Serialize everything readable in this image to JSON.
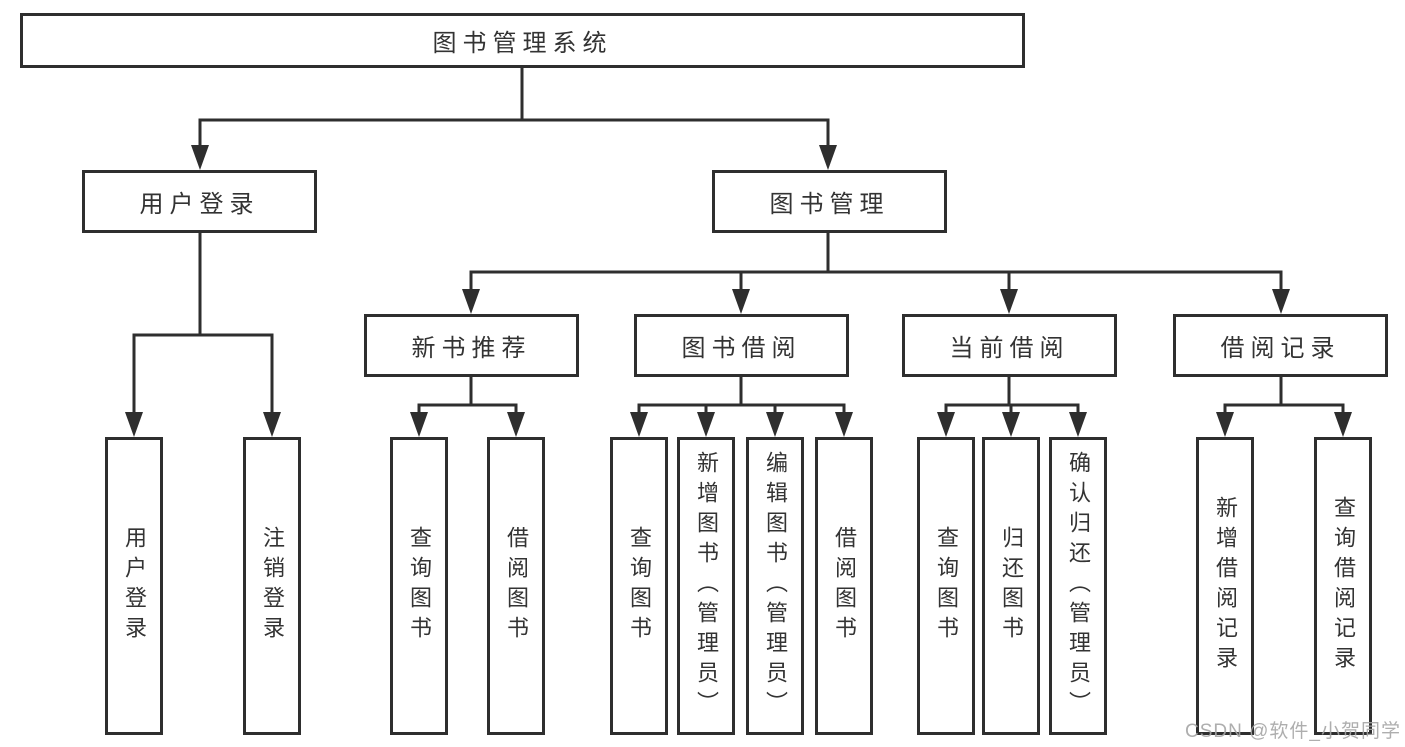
{
  "colors": {
    "line": "#2e2e2e",
    "box_border": "#2e2e2e",
    "text": "#333333",
    "watermark": "#a6a6a6"
  },
  "watermark": "CSDN @软件_小贺同学",
  "diagram": {
    "root": "图书管理系统",
    "branches": [
      {
        "label": "用户登录",
        "children": [
          "用户登录",
          "注销登录"
        ]
      },
      {
        "label": "图书管理",
        "groups": [
          {
            "label": "新书推荐",
            "children": [
              "查询图书",
              "借阅图书"
            ]
          },
          {
            "label": "图书借阅",
            "children": [
              "查询图书",
              "新增图书（管理员）",
              "编辑图书（管理员）",
              "借阅图书"
            ]
          },
          {
            "label": "当前借阅",
            "children": [
              "查询图书",
              "归还图书",
              "确认归还（管理员）"
            ]
          },
          {
            "label": "借阅记录",
            "children": [
              "新增借阅记录",
              "查询借阅记录"
            ]
          }
        ]
      }
    ]
  }
}
